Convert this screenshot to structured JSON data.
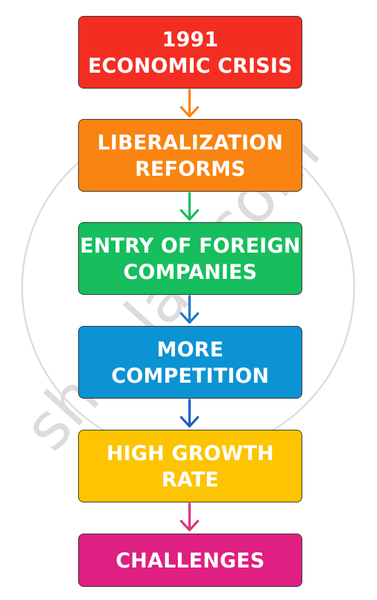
{
  "watermark": {
    "text": "shaalaa.com",
    "color": "#dcdcdc"
  },
  "flowchart": {
    "steps": [
      {
        "lines": [
          "1991",
          "ECONOMIC CRISIS"
        ],
        "color": "#f42d22"
      },
      {
        "lines": [
          "LIBERALIZATION",
          "REFORMS"
        ],
        "color": "#f98411"
      },
      {
        "lines": [
          "ENTRY OF FOREIGN",
          "COMPANIES"
        ],
        "color": "#17be5d"
      },
      {
        "lines": [
          "MORE",
          "COMPETITION"
        ],
        "color": "#0c93d3"
      },
      {
        "lines": [
          "HIGH GROWTH",
          "RATE"
        ],
        "color": "#fcc401"
      },
      {
        "lines": [
          "CHALLENGES"
        ],
        "color": "#df1f81"
      }
    ],
    "arrows": [
      {
        "color": "#f98411"
      },
      {
        "color": "#17be5d"
      },
      {
        "color": "#1b78cf"
      },
      {
        "color": "#1b5fc7"
      },
      {
        "color": "#e2337e"
      }
    ]
  }
}
